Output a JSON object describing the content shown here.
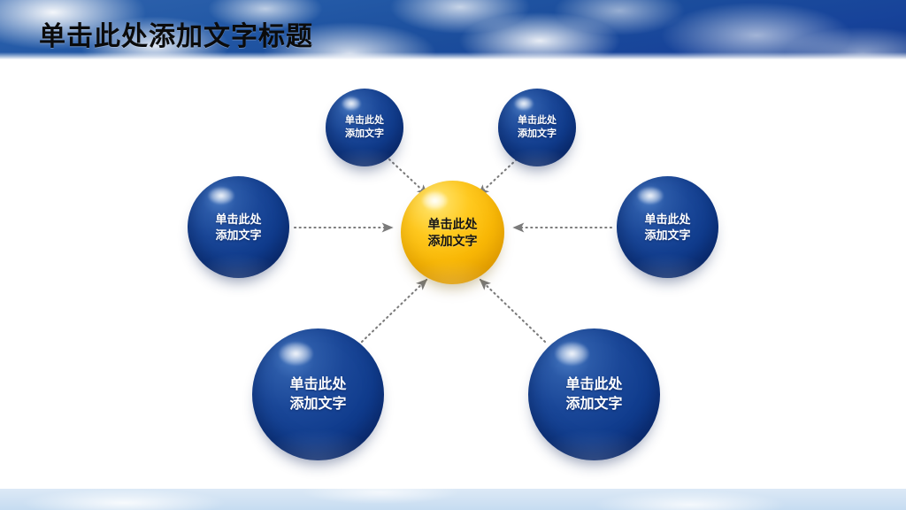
{
  "slide": {
    "title": "单击此处添加文字标题",
    "theme": {
      "banner_blue": "#1b4d9c",
      "sphere_blue": "#14409a",
      "sphere_gold": "#f9b806",
      "connector_gray": "#7b7b7b",
      "title_color": "#0b0b0b",
      "background": "#ffffff",
      "footer_band": "#cfe1f3"
    }
  },
  "diagram": {
    "type": "hub-and-spoke",
    "center": {
      "id": "node-center",
      "label": "单击此处\n添加文字",
      "color": "#f9b806",
      "text_color": "#141414"
    },
    "nodes": [
      {
        "id": "node-top-left",
        "label": "单击此处\n添加文字",
        "color": "#14409a",
        "text_color": "#ffffff",
        "size": "small"
      },
      {
        "id": "node-top-right",
        "label": "单击此处\n添加文字",
        "color": "#14409a",
        "text_color": "#ffffff",
        "size": "small"
      },
      {
        "id": "node-left",
        "label": "单击此处\n添加文字",
        "color": "#14409a",
        "text_color": "#ffffff",
        "size": "medium"
      },
      {
        "id": "node-right",
        "label": "单击此处\n添加文字",
        "color": "#14409a",
        "text_color": "#ffffff",
        "size": "medium"
      },
      {
        "id": "node-bottom-left",
        "label": "单击此处\n添加文字",
        "color": "#14409a",
        "text_color": "#ffffff",
        "size": "large"
      },
      {
        "id": "node-bottom-right",
        "label": "单击此处\n添加文字",
        "color": "#14409a",
        "text_color": "#ffffff",
        "size": "large"
      }
    ],
    "connectors": {
      "style": "dotted",
      "color": "#7b7b7b",
      "arrow_direction": "toward-center",
      "count": 6
    }
  }
}
